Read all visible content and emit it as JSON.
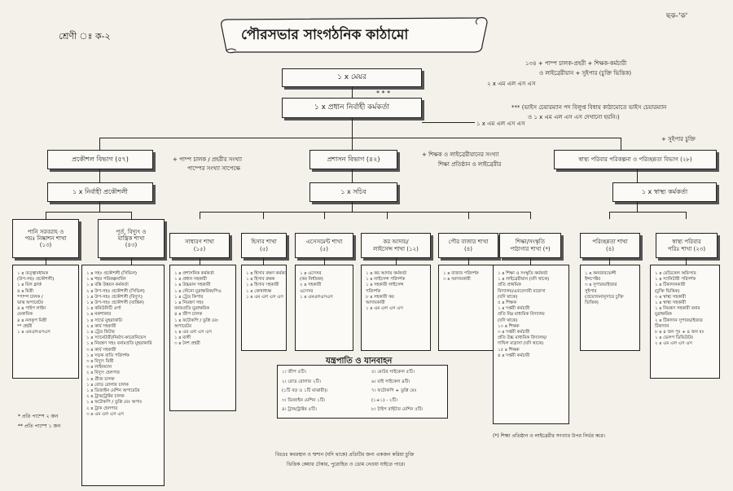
{
  "header": {
    "grade_label": "শ্রেণী ঃ ক-২",
    "form_label": "ছক-'ক'",
    "title": "পৌরসভার সাংগঠনিক কাঠামো",
    "note_top_1": "১৩৪ + পাম্প চালক-প্রহরী + শিক্ষক-কর্মচারী",
    "note_top_2": "ও লাইব্রেরীয়ান + সুইপার (চুক্তি ভিত্তিক)",
    "note_top_3": "২ x এম এল এস এস",
    "note_vice_1": "*** (ভাইস চেয়ারম্যান পদ বিলুপ্ত বিধায় কাঠামোতে ভাইস চেয়ারম্যান",
    "note_vice_2": "ও ১ x এম এল এস এস দেখানো হয়নি।)",
    "stars": "* * *",
    "mlss_note": "১ x এম এল এস এস",
    "sweeper_note": "+ সুইপার চুক্তি",
    "pump_note_1": "+ পাম্প চালক / প্রহরীর সংখ্যা",
    "pump_note_2": "পাম্পের সংখ্যা সাপেক্ষে",
    "teacher_note_1": "+ শিক্ষক ও লাইব্রেরীয়ানের সংখ্যা",
    "teacher_note_2": "শিক্ষা প্রতিষ্ঠান ও লাইব্রেরীর"
  },
  "top": {
    "mayor": "১ x মেয়র",
    "ceo": "১ x প্রধান নির্বাহী কর্মকর্তা"
  },
  "departments": {
    "engineering": "প্রকৌশল বিভাগ (৫৭)",
    "admin": "প্রশাসন বিভাগ (৪২)",
    "health": "স্বাস্থ্য পরিবার পরিকল্পনা ও পরিচ্ছন্নতা বিভাগ (২৮)"
  },
  "heads": {
    "engineering": "১ x নির্বাহী প্রকৌশলী",
    "admin": "১ x সচিব",
    "health": "১ x স্বাস্থ্য কর্মকর্তা"
  },
  "sections": {
    "water_1": "পানি সরবরাহ ও",
    "water_2": "পয়ঃ নিষ্কাশন শাখা",
    "water_3": "(১৩)",
    "civil_1": "পূর্ত, বিদ্যুৎ ও",
    "civil_2": "যান্ত্রিক শাখা",
    "civil_3": "(৪৩)",
    "general_1": "সাধারণ শাখা",
    "general_2": "(১৫)",
    "accounts_1": "হিসাব শাখা",
    "accounts_2": "(৫)",
    "assessment_1": "এসেসমেন্ট শাখা",
    "assessment_2": "(৫)",
    "tax_1": "কর আদায়/",
    "tax_2": "লাইসেন্স শাখা (১২)",
    "market_1": "পৌর বাজার শাখা",
    "market_2": "(৪)",
    "education_1": "শিক্ষা/সংস্কৃতি",
    "education_2": "পাঠাগার শাখা (*)",
    "cleaning_1": "পরিচ্ছন্নতা শাখা",
    "cleaning_2": "(৪)",
    "health_1": "স্বাস্থ্য পরিবার",
    "health_2": "পরিঃ শাখা (২৩)"
  },
  "lists": {
    "water": [
      "১ x তত্ত্বাবধায়ক",
      "(উপ-সহঃ প্রকৌশলী)",
      "১ x বিল ক্লার্ক",
      "৪ x মিস্ত্রী",
      "*পাম্প চালক /",
      "ভাল্ব অপারেটর",
      "৪ x পাইপ লাইন",
      "মেকানিক",
      "৪ x নলকূপ মিস্ত্রী",
      "** প্রহরী",
      "১ x এমএলএসএস"
    ],
    "civil": [
      "১ x সহঃ প্রকৌশলী (সিভিল)",
      "১ x শহর পরিকল্পনাবিদ",
      "১ x বস্তি উন্নয়ন কর্মকর্তা",
      "২ x উপ-সহঃ প্রকৌশলী (সিভিল)",
      "১ x উপ-সহঃ প্রকৌশলী (বিদ্যুৎ)",
      "১ x উপ-সহঃ প্রকৌশলী (যান্ত্রিক)",
      "১ x কমিউনিটি ওর্গা",
      "১ x নকশাকার",
      "১ x সার্ভে মুহুরাকারি",
      "২ x কার্য সহকারী",
      "১ x ট্রেড ফিটার",
      "১ x স্যানেটারী/নির্মাণ-কারোনিয়েস",
      "১ x নিয়ন্ত্রণ সহঃ বনামপ্রতি মুহুরাকারি",
      "৩ x কার্য সহকারী",
      "১ x সড়ক বাতি পরিদর্শক",
      "৩ x বিদ্যুৎ মিস্ত্রী",
      "৩ x লাইনম্যান",
      "২ x বিদ্যুৎ হেলপার",
      "১ x গ্রীজ চালক",
      "১ x রোড রোলার চালক",
      "১ x ডিজাইন মেশিন অপারেটর",
      "২ x ট্রাক/ট্রাক্টর চালক",
      "১ x ফটোকপি / ডুপ্লি মেঃ অপাঃ",
      "২ x ট্রাক হেলপার",
      "৩ x এম এল এস এস"
    ],
    "general": [
      "১ x প্রশাসনিক কর্মকর্তা",
      "১ x প্রধান সহকারী",
      "১ x উচ্চমান সহকারী",
      "১ x স্টেনো মুদ্রাক্ষরিক/পিএ",
      "১ x ট্রেড কিপার",
      "১ x নিয়ন্ত্রণ সহঃ",
      "বনামপ্রতি মুদ্রাক্ষরিক",
      "৪ x জীপ চালক",
      "১ x ফটোকপি / ডুপ্লি মেঃ",
      "অপারেটর",
      "২ x এম এল এস এস",
      "১ x মালী",
      "৩ x নৈশ প্রহরী"
    ],
    "accounts": [
      "১ x হিসাব রক্ষণ কর্মকর্তা",
      "১ x হিসাব রক্ষক",
      "১ x হিসাব সহকারী",
      "১ x কোষাধ্যক্ষ",
      "১ x এম এল এস এস"
    ],
    "assessment": [
      "১ x এসেসর",
      "(কর নির্ধারক)",
      "২ x সহকারী",
      "এসেসর",
      "১ x এমএলএসএস"
    ],
    "tax": [
      "১ x কর আদায় কর্মকর্তা",
      "১ x লাইসেন্স পরিদর্শক",
      "১ x সহকারী লাইসেন্স",
      "পরিদর্শক",
      "৮ x সহকারী কর",
      "আদায়কারী",
      "১ x এম এল এস এস"
    ],
    "market": [
      "১ x বাজার পরিদর্শক",
      "৩ x আদায়কারী"
    ],
    "education": [
      "১ x শিক্ষা ও সংস্কৃতি কর্মকর্তা",
      "১ x লাইব্রেরীয়ান (যদি থাকে)",
      "প্রতি প্রাথমিক",
      "বিদ্যালয়/এবতেদায়ী মাদ্রাসা",
      "(যদি থাকে)",
      "৫ x শিক্ষক",
      "১ x দপ্তরী কর্মচারী",
      "প্রতি নিম্ন মাধ্যমিক বিদ্যালয়",
      "(যদি থাকে)",
      "১০ x শিক্ষক",
      "৩ x দপ্তরী কর্মচারী",
      "প্রতি উচ্চ মাধ্যমিক বিদ্যালয়/",
      "দাখিল মাদ্রাসা (যদি থাকে)",
      "১৫ x শিক্ষক",
      "৪ x দপ্তরী কর্মচারী"
    ],
    "cleaning": [
      "১ x কনজারভেন্সী",
      "ইন্সপেক্টর",
      "৩ x সুপারভাইজার",
      "সুইপার",
      "(প্রয়োজনানুসারে চুক্তি",
      "ভিত্তিক)"
    ],
    "health": [
      "১ x মেডিকেল অফিসার",
      "১ x স্যানিটারী পরিদর্শক",
      "১ x টিকাদানকারী",
      "(চুক্তি ভিত্তিক)",
      "৩ x স্বাস্থ্য সহকারী",
      "১ x স্বাস্থ্য সহকারী",
      "১ x নিয়ন্ত্রণ সহকারী বনাম",
      "মুদ্রাক্ষরিক",
      "২ x টিকাদান সুপারভাইজার",
      "টিকাদান",
      "৮ x ৪ জন পুঃ + ৪ জন মঃ",
      "১ x ভেলপ ডিভিউটর",
      "২ x এম এল এস এস"
    ]
  },
  "vehicles": {
    "title": "যন্ত্রপাতি ও যানবাহন",
    "items": [
      "১। জীপ ৫টি।",
      "২। রোড রোলার ২টি।",
      "(১টি বড় ও ১টি মাঝারী)।",
      "৩। ডিজাইন মেশিন ১টি।",
      "৪। ট্রাক/ট্রাক্টর ৫টি।",
      "৫। মোটর সাইকেল ৫টি।",
      "৬। বাই সাইকেল ৪টি।",
      "৭। ফটোকপি + ডুপ্লি মেঃ",
      "(১+১) - ২টি।",
      "৮। টাইপ রাইটার মেশিন ৫টি।"
    ]
  },
  "footnotes": {
    "pump_1": "* প্রতি পাম্পে ২ জন",
    "pump_2": "** প্রতি পাম্পে ১ জন",
    "edu": "(*) শিক্ষা প্রতিষ্ঠান ও লাইব্রেরীর সংখ্যার উপর নির্ভর করে।",
    "bottom_1": "বিঃদ্রঃ কবরস্থান ও শ্মশান (যদি থাকে) প্রতিটির জন্য একজন করিয়া চুক্তি",
    "bottom_2": "ভিত্তিক কেয়ার টেকার, পুরোহিত ও ডোম নেওয়া যাইতে পারে।"
  }
}
